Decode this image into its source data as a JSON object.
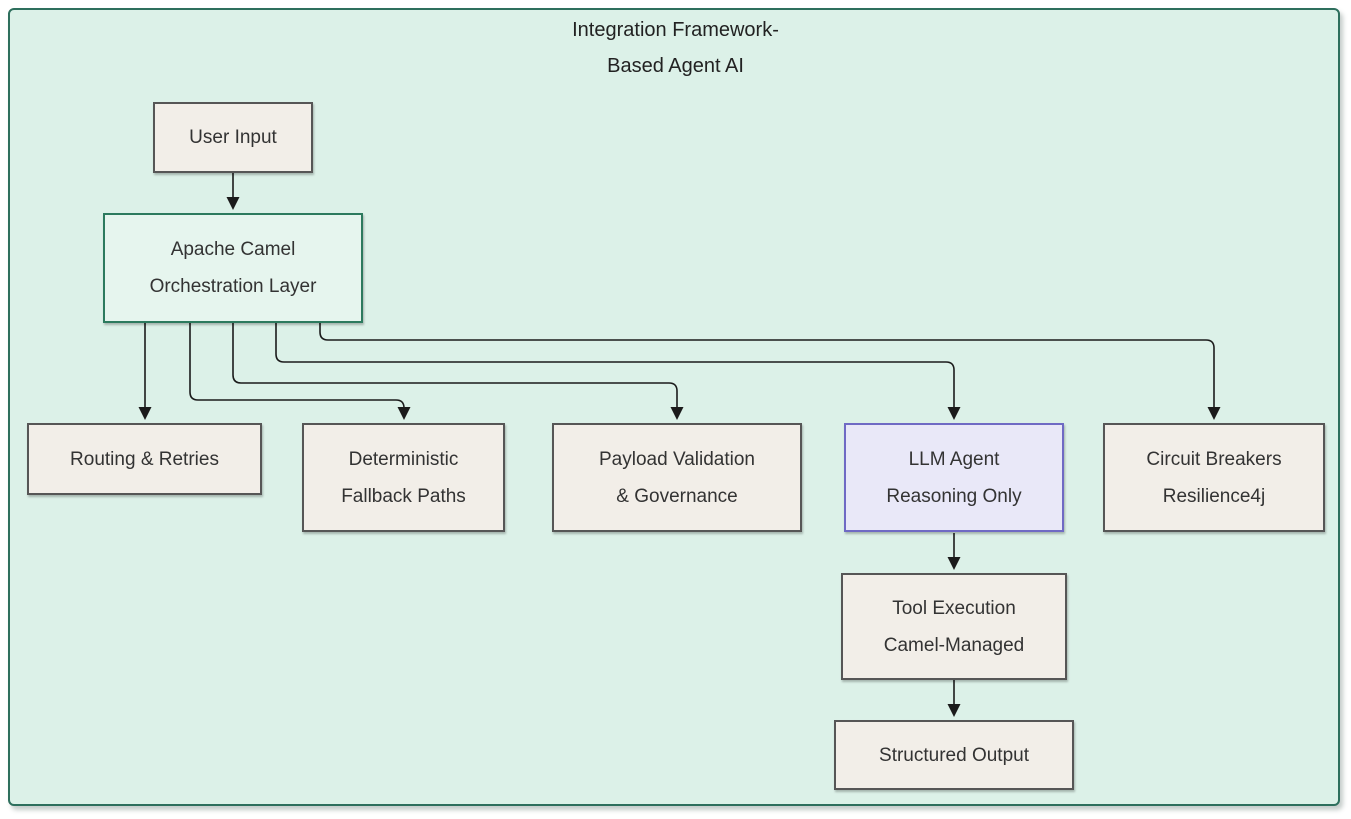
{
  "title": {
    "line1": "Integration Framework-",
    "line2": "Based Agent AI"
  },
  "nodes": {
    "user_input": {
      "line1": "User Input"
    },
    "camel": {
      "line1": "Apache Camel",
      "line2": "Orchestration Layer"
    },
    "routing": {
      "line1": "Routing & Retries"
    },
    "fallback": {
      "line1": "Deterministic",
      "line2": "Fallback Paths"
    },
    "payload": {
      "line1": "Payload Validation",
      "line2": "& Governance"
    },
    "llm": {
      "line1": "LLM Agent",
      "line2": "Reasoning Only"
    },
    "circuit": {
      "line1": "Circuit Breakers",
      "line2": "Resilience4j"
    },
    "tool": {
      "line1": "Tool Execution",
      "line2": "Camel-Managed"
    },
    "output": {
      "line1": "Structured Output"
    }
  },
  "edges": [
    {
      "from": "user_input",
      "to": "camel"
    },
    {
      "from": "camel",
      "to": "routing"
    },
    {
      "from": "camel",
      "to": "fallback"
    },
    {
      "from": "camel",
      "to": "payload"
    },
    {
      "from": "camel",
      "to": "llm"
    },
    {
      "from": "camel",
      "to": "circuit"
    },
    {
      "from": "llm",
      "to": "tool"
    },
    {
      "from": "tool",
      "to": "output"
    }
  ],
  "colors": {
    "frame-fill": "#dcf1e8",
    "frame-border": "#2e6f5d",
    "box-fill": "#f2eee8",
    "box-border": "#565656",
    "camel-fill": "#e6f5ee",
    "camel-border": "#2c7a5e",
    "llm-fill": "#e9e8f8",
    "llm-border": "#6f6ac4",
    "edge-color": "#1b1b1b",
    "text-color": "#333333"
  }
}
